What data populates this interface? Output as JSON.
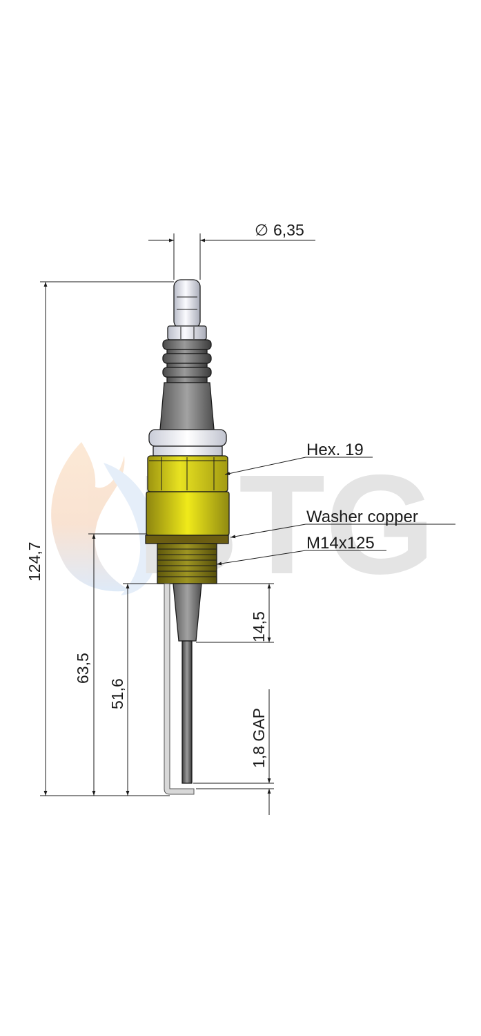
{
  "watermark": {
    "text": "BTG",
    "logo_icon": "flame-logo-icon"
  },
  "labels": {
    "hex": "Hex. 19",
    "washer": "Washer copper",
    "thread": "M14x125"
  },
  "dimensions": {
    "pin_diameter_symbol": "∅",
    "pin_diameter": "6,35",
    "overall_length": "124,7",
    "washer_to_tip": "63,5",
    "thread_end_to_tip": "51,6",
    "insulator_length": "14,5",
    "gap": "1,8 GAP"
  },
  "colors": {
    "brass_yellow": "#e3dc21",
    "thread_olive": "#7f7612",
    "washer_brown": "#5f5210",
    "insulator_grey": "#8a8a8a",
    "ceramic_white": "#eef0f7"
  }
}
